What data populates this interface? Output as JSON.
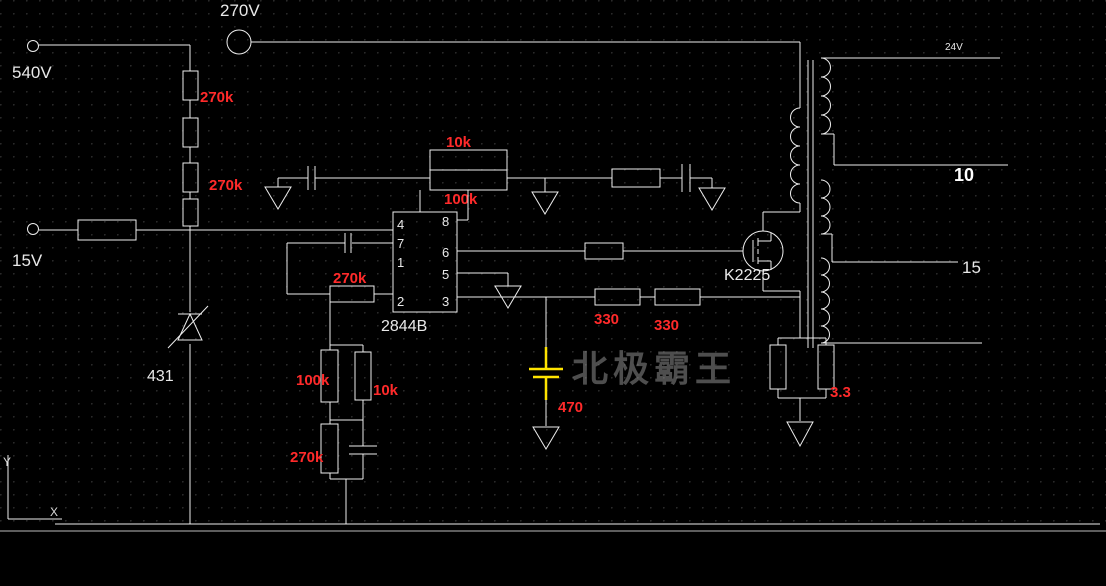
{
  "app": {
    "type": "cad-schematic-view"
  },
  "colors": {
    "background": "#000000",
    "wire": "#ededed",
    "value_text": "#ff2a2a",
    "highlight": "#ffe400",
    "watermark": "#8f8f8f",
    "grid_dot": "#2a2a2a"
  },
  "labels": {
    "v270": "270V",
    "v540": "540V",
    "v15": "15V",
    "ref431": "431",
    "ic_name": "2844B",
    "mosfet": "K2225",
    "v24": "24V",
    "out10": "10",
    "out15": "15",
    "axis_x": "X",
    "axis_y": "Y",
    "watermark": "北极霸王"
  },
  "ic_pins": {
    "left": [
      "4",
      "7",
      "1",
      "2"
    ],
    "right": [
      "8",
      "6",
      "5",
      "3"
    ]
  },
  "values": {
    "r270k_top": "270k",
    "r270k_mid": "270k",
    "r10k_osc": "10k",
    "r100k_osc": "100k",
    "r270k_comp": "270k",
    "r100k_div": "100k",
    "r10k_div": "10k",
    "r270k_low": "270k",
    "r330_a": "330",
    "r330_b": "330",
    "c470": "470",
    "r3_3": "3.3"
  }
}
